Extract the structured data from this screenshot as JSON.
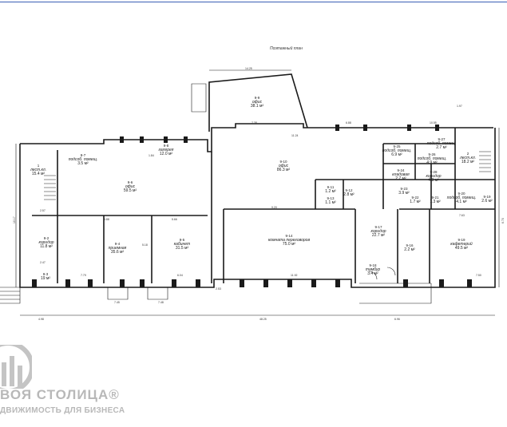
{
  "plan": {
    "title": "Поэтажный план",
    "rooms": [
      {
        "id": "lestkl1",
        "num": "1",
        "name": "лест.кл.",
        "area": "15.4 м²"
      },
      {
        "id": "koridor2",
        "num": "9-2",
        "name": "коридор",
        "area": "11.8 м²"
      },
      {
        "id": "r3",
        "num": "9-3",
        "name": "",
        "area": "19 м²"
      },
      {
        "id": "priemnaya",
        "num": "9-4",
        "name": "приемная",
        "area": "35.6 м²"
      },
      {
        "id": "kabinet",
        "num": "9-5",
        "name": "кабинет",
        "area": "31.5 м²"
      },
      {
        "id": "ofis6",
        "num": "9-6",
        "name": "офис",
        "area": "59.5 м²"
      },
      {
        "id": "podsob7",
        "num": "9-7",
        "name": "подсоб. помещ.",
        "area": "3.5 м²"
      },
      {
        "id": "galereya",
        "num": "9-8",
        "name": "галерея",
        "area": "12.0 м²"
      },
      {
        "id": "ofis9",
        "num": "9-9",
        "name": "офис",
        "area": "38.1 м²"
      },
      {
        "id": "ofis10",
        "num": "9-10",
        "name": "офис",
        "area": "86.3 м²"
      },
      {
        "id": "r11",
        "num": "9-11",
        "name": "",
        "area": "1.2 м²"
      },
      {
        "id": "r12",
        "num": "9-12",
        "name": "",
        "area": "2.8 м²"
      },
      {
        "id": "r13",
        "num": "9-13",
        "name": "",
        "area": "1.1 м²"
      },
      {
        "id": "komnata",
        "num": "9-14",
        "name": "комната переговоров",
        "area": "75.0 м²"
      },
      {
        "id": "koridor17",
        "num": "9-17",
        "name": "коридор",
        "area": "22.7 м²"
      },
      {
        "id": "tambur",
        "num": "9-18",
        "name": "тамбур",
        "area": "3.4 м²"
      },
      {
        "id": "kafeteriy",
        "num": "9-19",
        "name": "кафетерий",
        "area": "49.5 м²"
      },
      {
        "id": "r16",
        "num": "9-16",
        "name": "",
        "area": "2.2 м²"
      },
      {
        "id": "podsob25",
        "num": "9-25",
        "name": "подсоб. помещ.",
        "area": "6.9 м²"
      },
      {
        "id": "kladovaya",
        "num": "9-24",
        "name": "кладовая",
        "area": "2.7 м²"
      },
      {
        "id": "podsob26",
        "num": "9-26",
        "name": "подсоб. помещ.",
        "area": "4.9 м²"
      },
      {
        "id": "podsob27",
        "num": "9-27",
        "name": "подсоб. помещ.",
        "area": "2.7 м²"
      },
      {
        "id": "lestkl2",
        "num": "2",
        "name": "лест.кл.",
        "area": "18.2 м²"
      },
      {
        "id": "koridor28",
        "num": "9-28",
        "name": "коридор",
        "area": "4.8 м²"
      },
      {
        "id": "r23",
        "num": "9-23",
        "name": "",
        "area": "3.9 м²"
      },
      {
        "id": "r22",
        "num": "9-22",
        "name": "",
        "area": "1.7 м²"
      },
      {
        "id": "r21",
        "num": "9-21",
        "name": "",
        "area": "1.3 м²"
      },
      {
        "id": "podsob20",
        "num": "9-20",
        "name": "подсоб. помещ.",
        "area": "4.1 м²"
      },
      {
        "id": "r19",
        "num": "9-19",
        "name": "",
        "area": "2.6 м²"
      }
    ],
    "dimensions": [
      "14.25",
      "48.25",
      "10.17",
      "6.70",
      "4.98",
      "2.57",
      "2.47",
      "7.45",
      "7.48",
      "7.79",
      "5.66",
      "5.88",
      "6.04",
      "6.88",
      "11.92",
      "11.24",
      "9.20",
      "7.50",
      "1.97",
      "10.55",
      "7.63",
      "7.38",
      "6.96",
      "1.84",
      "5.18",
      "2.53"
    ]
  },
  "watermark": {
    "brand": "ВОЯ СТОЛИЦА®",
    "tagline": "ДВИЖИМОСТЬ ДЛЯ БИЗНЕСА"
  },
  "colors": {
    "border": "#3a5fb5",
    "lines": "#1a1a1a",
    "watermark": "#b8b8b8"
  }
}
